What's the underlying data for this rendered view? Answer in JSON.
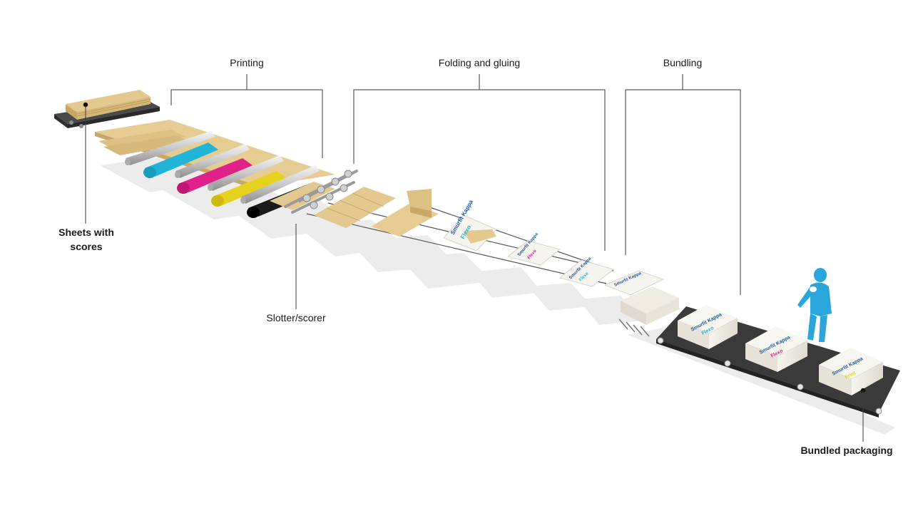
{
  "labels": {
    "printing": "Printing",
    "folding_and_gluing": "Folding and gluing",
    "bundling": "Bundling",
    "sheets_line1": "Sheets with",
    "sheets_line2": "scores",
    "slotter_scorer": "Slotter/scorer",
    "bundled_packaging": "Bundled packaging"
  },
  "brand_print": {
    "company": "Smurfit Kappa",
    "product_word1": "Flexo",
    "product_word2": "Print"
  },
  "colors": {
    "cardboard": "#e3c98f",
    "cardboard_dark": "#cfae6c",
    "cyan": "#1fb4d8",
    "magenta": "#e0218a",
    "yellow": "#e6d21c",
    "black": "#1b1b1b",
    "conveyor": "#3a3a3a",
    "operator": "#2aa6dc",
    "shadow": "#e9e9e9",
    "leader_line": "#3a3a3a"
  },
  "icons": [
    "operator-figure-icon",
    "printing-roller-icon",
    "conveyor-belt-icon"
  ]
}
